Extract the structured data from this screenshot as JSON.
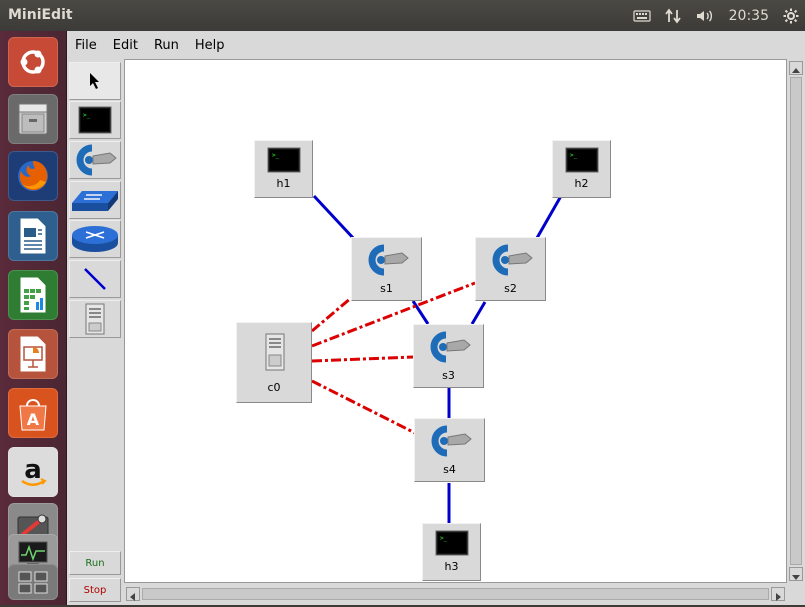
{
  "topbar": {
    "title": "MiniEdit",
    "clock": "20:35"
  },
  "menu": {
    "items": [
      "File",
      "Edit",
      "Run",
      "Help"
    ]
  },
  "toolbar": {
    "run_label": "Run",
    "stop_label": "Stop"
  },
  "colors": {
    "link": "#0000cc",
    "control_link": "#dd0000",
    "run_text": "#1a6e1a",
    "stop_text": "#b00000"
  },
  "nodes": {
    "h1": "h1",
    "h2": "h2",
    "h3": "h3",
    "s1": "s1",
    "s2": "s2",
    "s3": "s3",
    "s4": "s4",
    "c0": "c0"
  }
}
